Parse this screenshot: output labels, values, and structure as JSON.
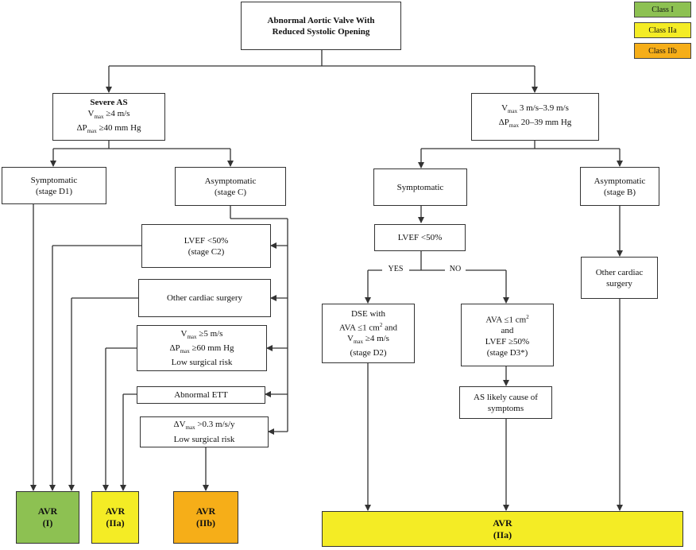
{
  "legend": {
    "class_1": "Class I",
    "class_2a": "Class IIa",
    "class_2b": "Class IIb",
    "colors": {
      "class_1": "#8dc152",
      "class_2a": "#f4ec25",
      "class_2b": "#f6ae18"
    }
  },
  "top": {
    "line1": "Abnormal Aortic Valve With",
    "line2": "Reduced Systolic Opening"
  },
  "severe": {
    "title": "Severe AS",
    "vmax": "≥4 m/s",
    "dp": "≥40 mm Hg"
  },
  "moderate": {
    "vmax": "3 m/s–3.9 m/s",
    "dp": "20–39 mm Hg"
  },
  "sym_d1": {
    "line1": "Symptomatic",
    "line2": "(stage D1)"
  },
  "asym_c": {
    "line1": "Asymptomatic",
    "line2": "(stage C)"
  },
  "lvef_c2": {
    "line1": "LVEF <50%",
    "line2": "(stage C2)"
  },
  "other_surg_left": "Other cardiac surgery",
  "vmax5": {
    "vmax": "≥5 m/s",
    "dp": "≥60 mm Hg",
    "risk": "Low surgical risk"
  },
  "ett": "Abnormal ETT",
  "dvmax": {
    "val": ">0.3 m/s/y",
    "risk": "Low surgical risk"
  },
  "symptomatic_r": "Symptomatic",
  "asym_b": {
    "line1": "Asymptomatic",
    "line2": "(stage B)"
  },
  "lvef_r": "LVEF <50%",
  "yes": "YES",
  "no": "NO",
  "dse": {
    "l1": "DSE with",
    "l2": "AVA ≤1 cm",
    "l2b": " and",
    "l3": "≥4 m/s",
    "l4": "(stage D2)"
  },
  "ava_d3": {
    "l1": "AVA ≤1 cm",
    "l2": "and",
    "l3": "LVEF ≥50%",
    "l4": "(stage D3*)"
  },
  "as_likely": {
    "l1": "AS likely cause of",
    "l2": "symptoms"
  },
  "other_surg_right": {
    "l1": "Other cardiac",
    "l2": "surgery"
  },
  "avr_1": {
    "l1": "AVR",
    "l2": "(I)"
  },
  "avr_2a_left": {
    "l1": "AVR",
    "l2": "(IIa)"
  },
  "avr_2b": {
    "l1": "AVR",
    "l2": "(IIb)"
  },
  "avr_2a_right": {
    "l1": "AVR",
    "l2": "(IIa)"
  },
  "sym": {
    "V": "V",
    "max": "max",
    "dP": "ΔP",
    "dV": "ΔV",
    "two": "2"
  }
}
